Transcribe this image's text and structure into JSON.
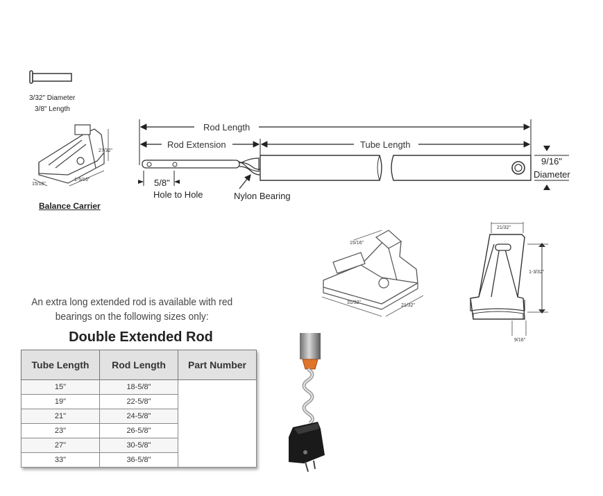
{
  "rivet": {
    "diameter_label": "3/32\" Diameter",
    "length_label": "3/8\" Length"
  },
  "balance_carrier": {
    "title": "Balance Carrier",
    "dim_height": "27/32\"",
    "dim_width": "15/16\"",
    "dim_length": "1-5/16\""
  },
  "rod_diagram": {
    "rod_length": "Rod Length",
    "rod_extension": "Rod Extension",
    "tube_length": "Tube Length",
    "diameter_value": "9/16\"",
    "diameter_label": "Diameter",
    "hole_value": "5/8\"",
    "hole_label": "Hole to Hole",
    "bearing_label": "Nylon Bearing"
  },
  "shoe_iso": {
    "dim_top": "15/16\"",
    "dim_length": "31/32\"",
    "dim_width": "21/32\""
  },
  "shoe_upright": {
    "dim_top": "21/32\"",
    "dim_height": "1-3/32\"",
    "dim_bottom": "9/16\""
  },
  "note": {
    "line1": "An extra long extended rod is available with red",
    "line2": "bearings on the following sizes only:"
  },
  "table": {
    "title": "Double Extended Rod",
    "headers": [
      "Tube Length",
      "Rod Length",
      "Part Number"
    ],
    "rows": [
      [
        "15\"",
        "18-5/8\""
      ],
      [
        "19\"",
        "22-5/8\""
      ],
      [
        "21\"",
        "24-5/8\""
      ],
      [
        "23\"",
        "26-5/8\""
      ],
      [
        "27\"",
        "30-5/8\""
      ],
      [
        "33\"",
        "36-5/8\""
      ]
    ]
  }
}
